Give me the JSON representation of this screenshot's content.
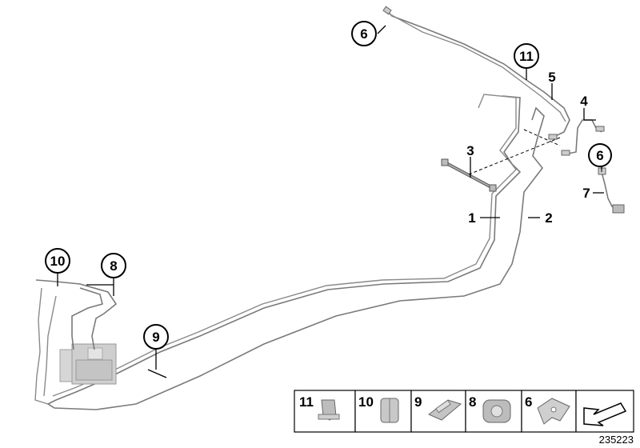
{
  "diagram": {
    "callouts": {
      "c1": "1",
      "c2": "2",
      "c3": "3",
      "c4": "4",
      "c5": "5",
      "c6_top": "6",
      "c6_right": "6",
      "c7": "7",
      "c8": "8",
      "c9": "9",
      "c10": "10",
      "c11": "11"
    },
    "legend": {
      "items": [
        "11",
        "10",
        "9",
        "8",
        "6"
      ]
    },
    "reference_number": "235223"
  }
}
